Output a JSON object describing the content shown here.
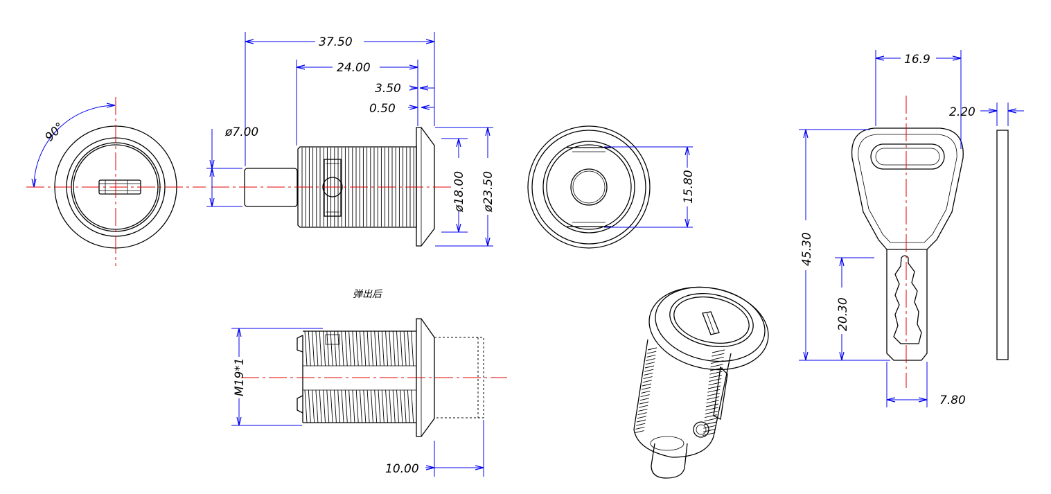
{
  "colors": {
    "object_line": "#000000",
    "center_line": "#e00000",
    "dimension_line": "#0000ee"
  },
  "dimensions": {
    "angle": "90°",
    "shaft_diameter": "ø7.00",
    "overall_length": "37.50",
    "body_length": "24.00",
    "flange_offset": "3.50",
    "flange_thickness": "0.50",
    "inner_diameter": "ø18.00",
    "flange_diameter": "ø23.50",
    "flat_width": "15.80",
    "thread_spec": "M19*1",
    "ejected_travel": "10.00",
    "key_head_width": "16.9",
    "key_thickness": "2.20",
    "key_length": "45.30",
    "key_blade_length": "20.30",
    "key_blade_width": "7.80"
  },
  "notes": {
    "ejected_label": "弹出后"
  }
}
